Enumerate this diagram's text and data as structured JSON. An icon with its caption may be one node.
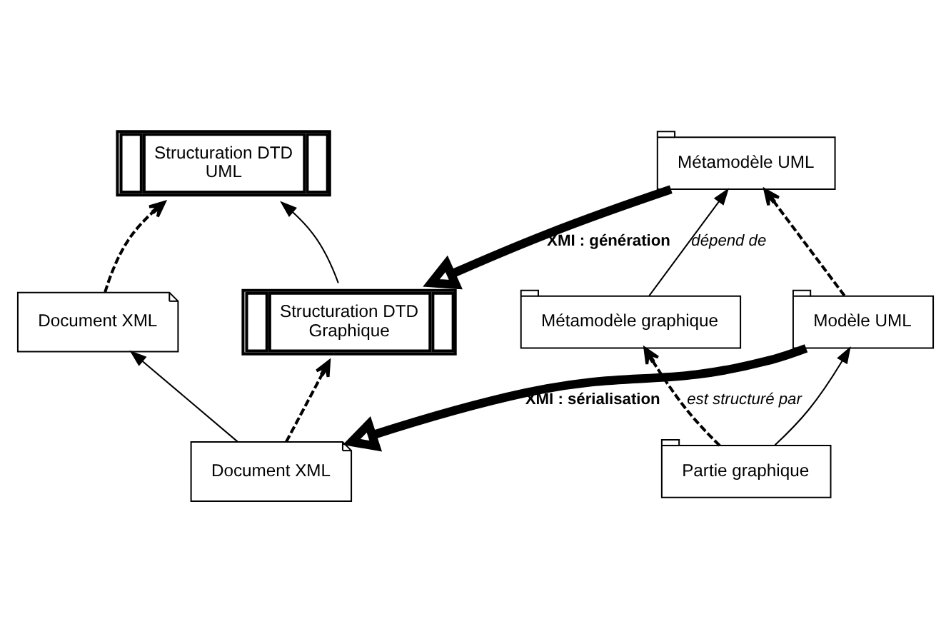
{
  "diagram": {
    "nodes": [
      {
        "text": [
          "Métamodèle UML"
        ]
      },
      {
        "text": [
          "Métamodèle graphique"
        ]
      },
      {
        "text": [
          "Modèle UML"
        ]
      },
      {
        "text": [
          "Partie graphique"
        ]
      },
      {
        "text": [
          "Structuration DTD",
          "UML"
        ]
      },
      {
        "text": [
          "Structuration DTD",
          "Graphique"
        ]
      },
      {
        "text": [
          "Document XML"
        ]
      },
      {
        "text": [
          "Document XML"
        ]
      }
    ],
    "edges": [
      {
        "from": 1,
        "to": 0,
        "arrow": "to",
        "label": "dépend de"
      },
      {
        "from": 3,
        "to": 1,
        "arrow": "to",
        "style": "dashed",
        "label": "est structuré par"
      },
      {
        "from": 2,
        "to": 0,
        "arrow": "to",
        "style": "dashed"
      },
      {
        "from": 3,
        "to": 2,
        "arrow": "to"
      },
      {
        "from": 0,
        "to": 5,
        "arrow": "to",
        "style": "thick",
        "label": "XMI : génération"
      },
      {
        "from": 2,
        "to": 6,
        "arrow": "to",
        "style": "thick",
        "label": "XMI : sérialisation"
      },
      {
        "from": 5,
        "to": 4,
        "arrow": "to"
      },
      {
        "from": 6,
        "to": 5,
        "arrow": "to",
        "style": "dashed"
      },
      {
        "from": 7,
        "to": 4,
        "arrow": "to",
        "style": "dashed"
      },
      {
        "from": 6,
        "to": 7,
        "arrow": "to"
      }
    ]
  }
}
